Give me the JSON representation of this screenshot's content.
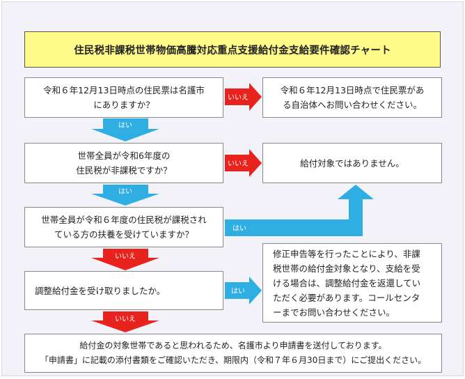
{
  "title": "住民税非課税世帯物価高騰対応重点支援給付金支給要件確認チャート",
  "questions": {
    "q1": "令和６年12月13日時点の住民票は名護市\nにありますか？",
    "q2": "世帯全員が令和6年度の\n住民税が非課税ですか？",
    "q3": "世帯全員が令和６年度の住民税が課税され\nている方の扶養を受けていますか？",
    "q4": "調整給付金を受け取りましたか。"
  },
  "results": {
    "r1": "令和６年12月13日時点で住民票があ\nる自治体へお問い合わせください。",
    "r2": "給付対象ではありません。",
    "r3": "修正申告等を行ったことにより、非課\n税世帯の給付金対象となり、支給を受\nける場合は、調整給付金を返還してい\nただく必要があります。コールセンタ\nーまでお問い合わせください。",
    "final": "給付金の対象世帯であると思われるため、名護市より申請書を送付しております。\n「申請書」に記載の添付書類をご確認いただき、期限内（令和７年６月30日まで）にご提出ください。"
  },
  "labels": {
    "yes": "はい",
    "no": "いいえ"
  },
  "colors": {
    "yes_arrow": "#2eaee3",
    "no_arrow": "#e8231e",
    "title_bg": "#fffb8a"
  }
}
